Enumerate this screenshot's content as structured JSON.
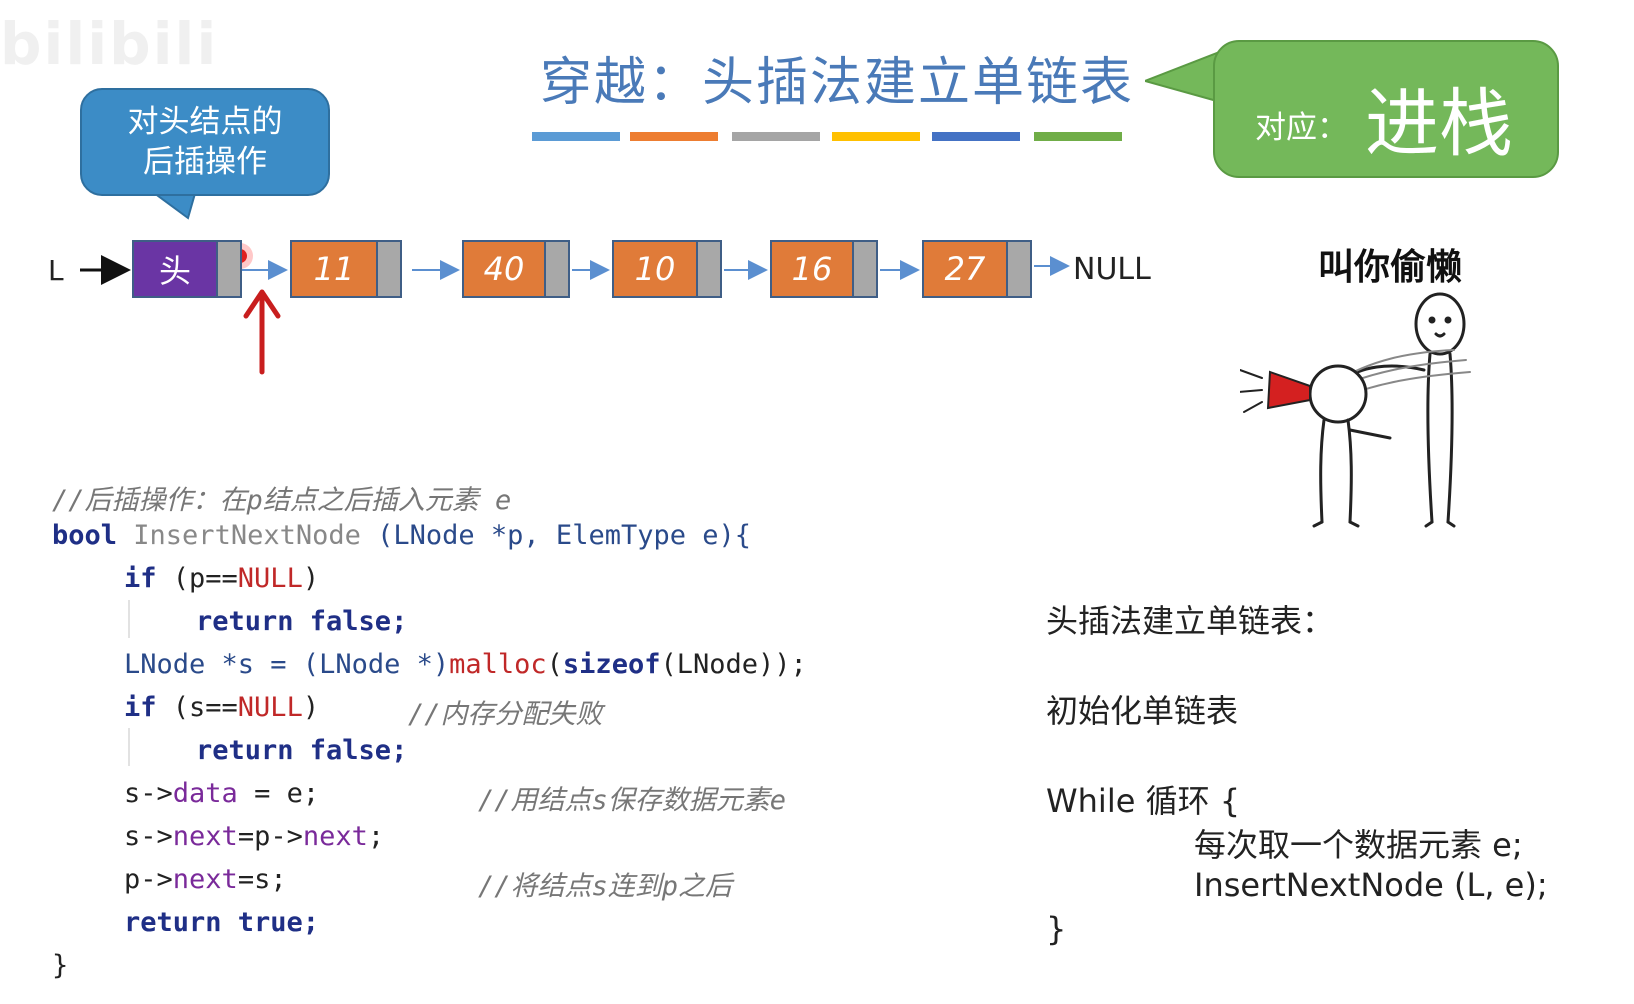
{
  "watermark": "bilibili",
  "title": "穿越：头插法建立单链表",
  "title_bar_colors": [
    "#5b9bd5",
    "#ed7d31",
    "#a5a5a5",
    "#ffc000",
    "#4472c4",
    "#70ad47"
  ],
  "bubble_left": {
    "line1": "对头结点的",
    "line2": "后插操作"
  },
  "bubble_right": {
    "prefix": "对应：",
    "big": "进栈"
  },
  "list": {
    "head_label": "L",
    "head_text": "头",
    "nodes": [
      "11",
      "40",
      "10",
      "16",
      "27"
    ],
    "null_label": "NULL"
  },
  "meme_caption": "叫你偷懒",
  "code": {
    "comment_header": "//后插操作：在p结点之后插入元素 e",
    "l1_kw": "bool",
    "l1_fn": " InsertNextNode ",
    "l1_rest": "(LNode *p, ElemType e){",
    "l2_kw": "if",
    "l2_pre": " (p==",
    "l2_null": "NULL",
    "l2_post": ")",
    "l3_ret": "return false;",
    "l4_pre": "LNode *s = (LNode *)",
    "l4_malloc": "malloc",
    "l4_sizeof": "sizeof",
    "l4_post": "(LNode));",
    "l5_kw": "if",
    "l5_pre": " (s==",
    "l5_null": "NULL",
    "l5_post": ")",
    "l5_cm": "//内存分配失败",
    "l6_ret": "return false;",
    "l7_pre": "s->",
    "l7_data": "data",
    "l7_post": " = e;",
    "l7_cm": "//用结点s保存数据元素e",
    "l8_pre": "s->",
    "l8_next1": "next",
    "l8_mid": "=p->",
    "l8_next2": "next",
    "l8_post": ";",
    "l9_pre": "p->",
    "l9_next": "next",
    "l9_post": "=s;",
    "l9_cm": "//将结点s连到p之后",
    "l10_ret": "return true;",
    "l11": "}"
  },
  "pseudo": {
    "title": "头插法建立单链表：",
    "init": "初始化单链表",
    "loop": "While 循环 {",
    "step1": "每次取一个数据元素 e;",
    "step2": "InsertNextNode (L, e);",
    "close": "}"
  }
}
